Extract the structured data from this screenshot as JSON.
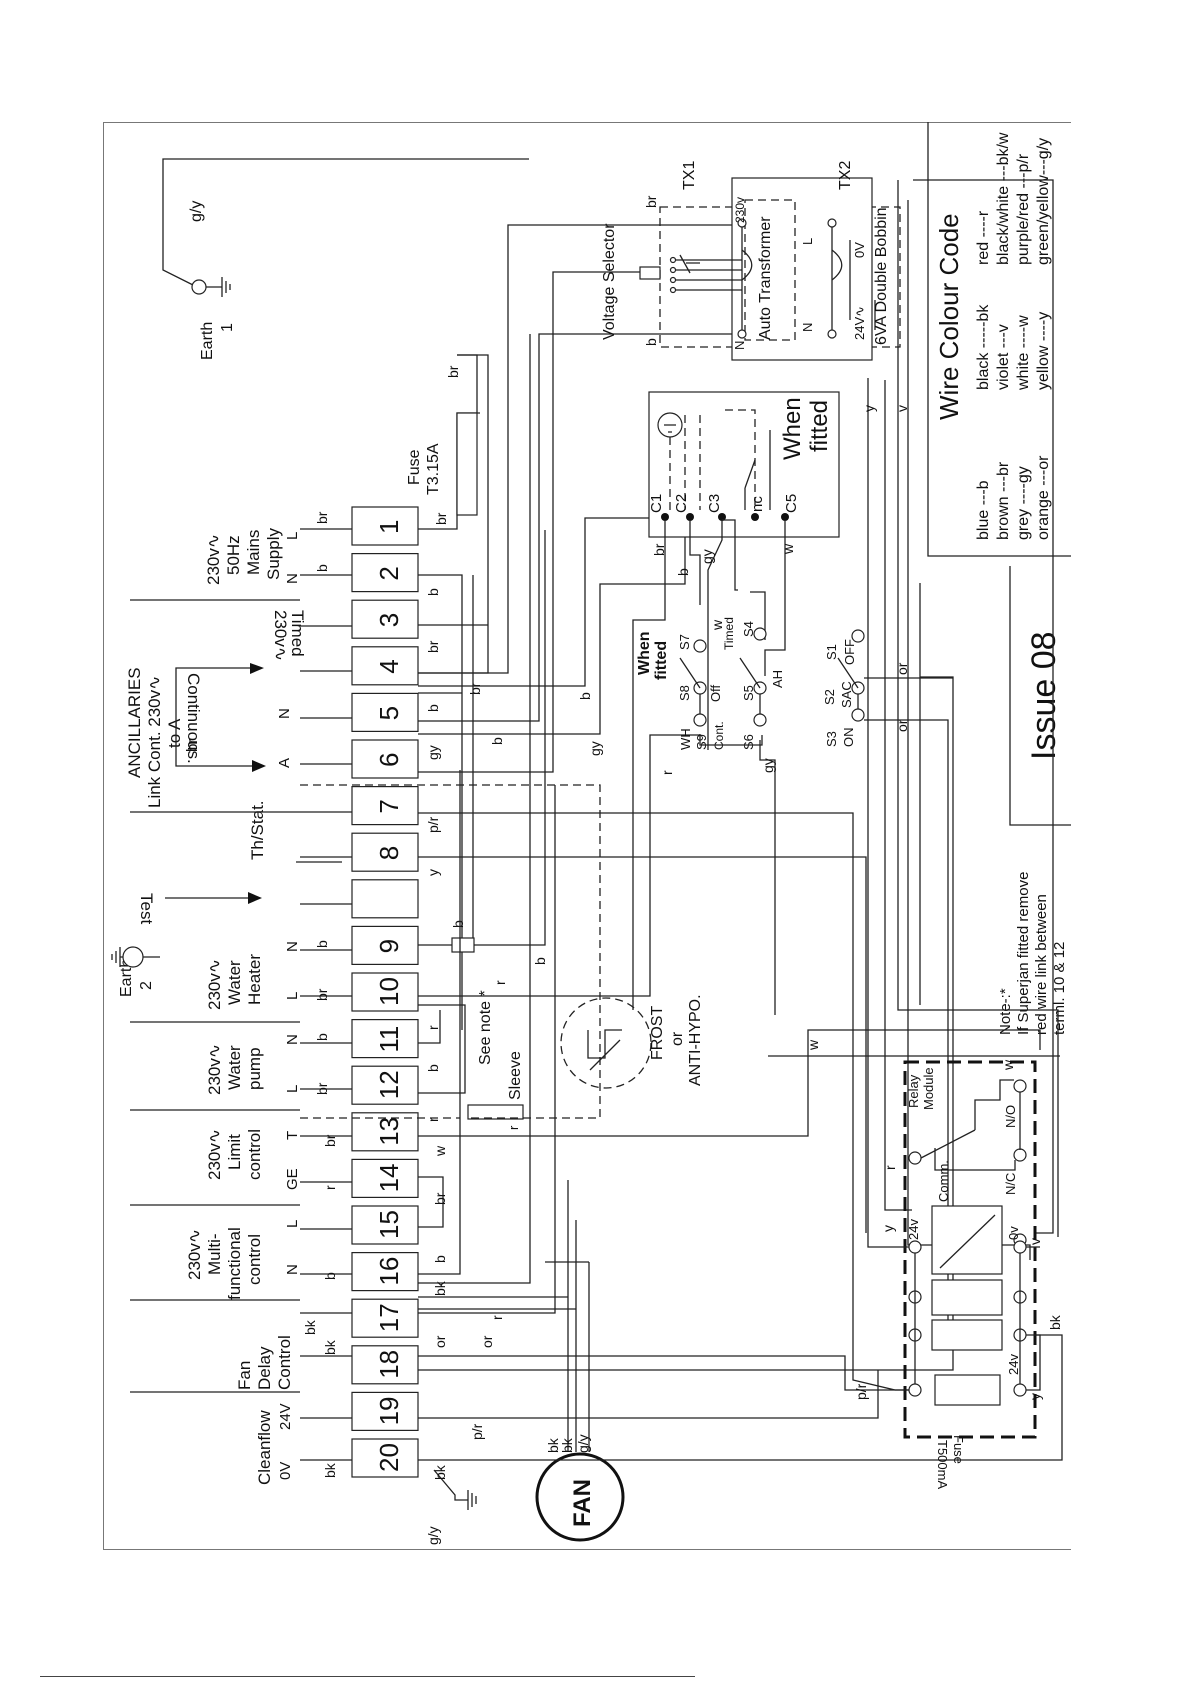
{
  "earth1": {
    "label": "Earth",
    "num": "1",
    "wire": "g/y"
  },
  "earth2": {
    "label": "Earth",
    "num": "2"
  },
  "mains": {
    "title1": "230v∿",
    "title2": "50Hz",
    "title3": "Mains",
    "title4": "Supply",
    "pin_n": "N",
    "pin_l": "L",
    "wire_n": "b",
    "wire_l": "br"
  },
  "fuse_main": {
    "label": "Fuse",
    "rating": "T3.15A",
    "wire_in": "br",
    "wire_out": "br"
  },
  "timed": {
    "label1": "230v∿",
    "label2": "Timed"
  },
  "ancillaries": {
    "title1": "ANCILLARIES",
    "title2": "Link Cont. 230v∿",
    "title3": "to A",
    "continuous": "Continuous.",
    "pin_n": "N",
    "pin_a": "A",
    "wire_br": "br"
  },
  "thstat": {
    "label": "Th/Stat."
  },
  "test": {
    "label": "Test"
  },
  "water_heater": {
    "t1": "230v∿",
    "t2": "Water",
    "t3": "Heater",
    "pin_n": "N",
    "pin_l": "L"
  },
  "water_pump": {
    "t1": "230v∿",
    "t2": "Water",
    "t3": "pump",
    "pin_n": "N",
    "pin_l": "L"
  },
  "limit_control": {
    "t1": "230v∿",
    "t2": "Limit",
    "t3": "control",
    "pin_t": "T",
    "pin_ge": "GE"
  },
  "multi_control": {
    "t1": "230v∿",
    "t2": "Multi-",
    "t3": "functional",
    "t4": "control",
    "pin_l": "L",
    "pin_n": "N"
  },
  "fan_delay": {
    "t1": "Fan",
    "t2": "Delay",
    "t3": "Control"
  },
  "cleanflow": {
    "t1": "Cleanflow",
    "v24": "24V",
    "v0": "0V"
  },
  "terminals": [
    "1",
    "2",
    "3",
    "4",
    "5",
    "6",
    "7",
    "8",
    "",
    "9",
    "10",
    "11",
    "12",
    "13",
    "14",
    "15",
    "16",
    "17",
    "18",
    "19",
    "20"
  ],
  "term_wires_left": {
    "w1": "br",
    "w2": "b",
    "w13": "br",
    "w14": "r",
    "w15": "b",
    "w16": "b",
    "w17a": "bk",
    "w17b": "bk",
    "w18": "bk",
    "w20": "bk",
    "w12": "br",
    "w11": "b",
    "w10": "br",
    "w9": "b"
  },
  "term_wires_right": {
    "r2": "b",
    "r4": "br",
    "r4b": "br",
    "r5": "b",
    "r6": "gy",
    "r7": "p/r",
    "r8": "y",
    "r9": "b",
    "r10": "r",
    "r11": "b",
    "r12": "r",
    "r13": "w",
    "r14": "br",
    "r16": "b",
    "r17": "bk",
    "r18": "or",
    "r19": "p/r",
    "r20": "bk",
    "r18b": "or",
    "r17b": "r",
    "r5b": "b",
    "r6b": "gy",
    "r5c": "b",
    "r9b": "b",
    "r10b": "r",
    "r4c": "br"
  },
  "see_note": "See note *",
  "sleeve": {
    "label": "Sleeve",
    "wire": "r"
  },
  "frost": {
    "l1": "FROST",
    "l2": "or",
    "l3": "ANTI-HYPO."
  },
  "transformer": {
    "tx1": "TX1",
    "tx2": "TX2",
    "selector": "Voltage Selector",
    "auto": "Auto Transformer",
    "double": "6VA Double Bobbin",
    "v230": "230v",
    "v0": "0V",
    "v24": "24V∿",
    "pin_n": "N",
    "pin_l": "L",
    "wire_br": "br",
    "wire_b": "b",
    "wire_y": "y",
    "wire_v": "v"
  },
  "motor_box": {
    "fitted1": "When",
    "fitted2": "fitted",
    "c1": "C1",
    "c2": "C2",
    "c3": "C3",
    "nc": "nc",
    "c5": "C5",
    "w_br": "br",
    "w_b": "b",
    "w_gy": "gy",
    "w_w": "w"
  },
  "switches": {
    "when": "When",
    "fitted": "fitted",
    "s7": "S7",
    "s8": "S8",
    "off1": "Off",
    "s9": "S9",
    "wh": "WH",
    "cont": "Cont.",
    "timed": "Timed",
    "s4": "S4",
    "s5": "S5",
    "ah": "AH",
    "s6": "S6",
    "s1": "S1",
    "off2": "OFF",
    "s2": "S2",
    "sac": "SAC",
    "s3": "S3",
    "on": "ON",
    "w_w": "w",
    "w_r": "r",
    "w_gy": "gy",
    "w_or1": "or",
    "w_or2": "or"
  },
  "relay": {
    "t1": "Relay",
    "t2": "Module",
    "no": "N/O",
    "nc": "N/C",
    "comm": "Comm.",
    "v24": "24v",
    "v0": "0v",
    "v24b": "24v",
    "fuse": "Fuse",
    "fuse_rating": "T500mA",
    "w_w": "w",
    "w_r": "r",
    "w_y": "y",
    "w_v": "v",
    "w_bk": "bk",
    "w_y2": "y",
    "w_pr": "p/r"
  },
  "fan": {
    "label": "FAN",
    "w1": "bk",
    "w2": "bk",
    "w3": "g/y",
    "earth": "g/y"
  },
  "note": {
    "l1": "Note-:*",
    "l2": "If Superjan fitted remove",
    "l3": "red wire link between",
    "l4": "terml. 10 & 12"
  },
  "issue": "Issue 08",
  "colour_code": {
    "title": "Wire Colour Code",
    "col1": [
      "blue ---b",
      "brown ---br",
      "grey ----gy",
      "orange ---or"
    ],
    "col2": [
      "black -----bk",
      "violet ---v",
      "white ----w",
      "yellow ----y"
    ],
    "col3": [
      "red ----r",
      "black/white ---bk/w",
      "purple/red ---p/r",
      "green/yellow---g/y"
    ]
  },
  "wire_v_mid": "w"
}
